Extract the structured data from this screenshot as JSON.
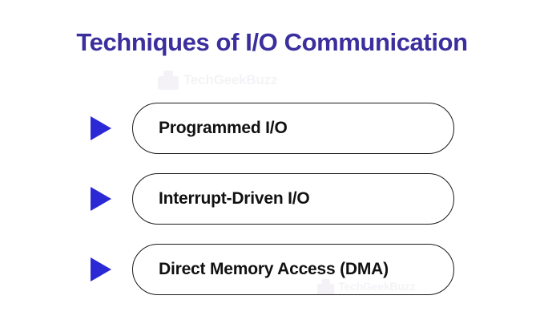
{
  "page": {
    "background_color": "#ffffff"
  },
  "header": {
    "title": "Techniques of I/O Communication",
    "title_color": "#3b2f9e"
  },
  "watermarks": [
    {
      "text": "TechGeekBuzz",
      "logo_icon": "techgeekbuzz-logo-icon"
    },
    {
      "text": "TechGeekBuzz",
      "logo_icon": "techgeekbuzz-logo-icon"
    }
  ],
  "list": {
    "bullet_icon": "triangle-right-icon",
    "bullet_color": "#2b28d6",
    "pill_border_color": "#1a1a1a",
    "items": [
      {
        "label": "Programmed I/O"
      },
      {
        "label": "Interrupt-Driven I/O"
      },
      {
        "label": "Direct Memory Access (DMA)"
      }
    ]
  }
}
